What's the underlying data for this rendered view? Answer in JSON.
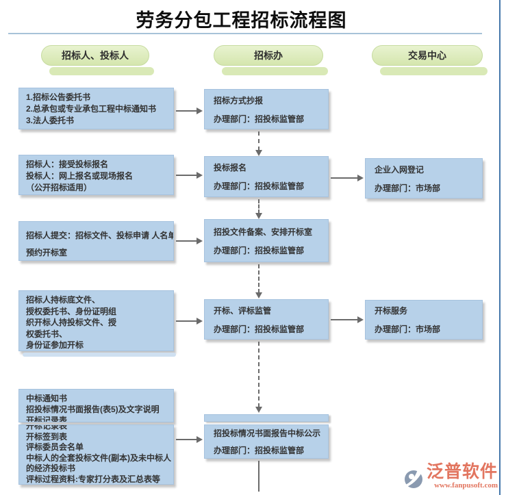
{
  "title": "劳务分包工程招标流程图",
  "lanes": [
    {
      "label": "招标人、投标人"
    },
    {
      "label": "招标办"
    },
    {
      "label": "交易中心"
    }
  ],
  "left_boxes": [
    {
      "lines": [
        "1.招标公告委托书",
        "2.总承包或专业承包工程中标通知书",
        "3.法人委托书"
      ]
    },
    {
      "lines": [
        "招标人：接受投标报名",
        "投标人：网上报名或现场报名",
        "（公开招标适用）"
      ]
    },
    {
      "lines": [
        "招标人提交：招标文件、投标申请 人名单",
        "预约开标室"
      ]
    },
    {
      "lines": [
        "招标人持标底文件、",
        "授权委托书、身份证明组",
        "织开标人持投标文件、授",
        "权委托书、",
        "身份证参加开标"
      ]
    },
    {
      "lines": [
        "中标通知书",
        "招投标情况书面报告(表5)及文字说明",
        "开标记录表"
      ]
    },
    {
      "lines": [
        "开标记录表",
        "开标签到表",
        "评标委员会名单",
        "中标人的全套投标文件(副本)及未中标人",
        "的经济投标书",
        "评标过程资料:专家打分表及汇总表等"
      ]
    }
  ],
  "mid_boxes": [
    {
      "title": "招标方式抄报",
      "dept": "办理部门：招投标监管部"
    },
    {
      "title": "投标报名",
      "dept": "办理部门：招投标监管部"
    },
    {
      "title": "招投文件备案、安排开标室",
      "dept": "办理部门：招投标监管部"
    },
    {
      "title": "开标、评标监管",
      "dept": "办理部门：招投标监管部"
    },
    {
      "title": "招投标情况书面报告中标公示",
      "dept": "办理部门：招投标监管部"
    }
  ],
  "right_boxes": [
    {
      "title": "企业入网登记",
      "dept": "办理部门：市场部"
    },
    {
      "title": "开标服务",
      "dept": "办理部门：市场部"
    }
  ],
  "logo": {
    "name": "泛普软件",
    "url": "www.fanpusoft.com"
  },
  "colors": {
    "box_blue": "#b7d1e9",
    "pill_green": "#d9e9b6",
    "connector_gray": "#6a6a6a",
    "frame_blue": "#4477aa",
    "rule_blue": "#a7c2d8",
    "logo_coral": "#e2755f",
    "logo_icon_gray": "#8a9ab0"
  }
}
